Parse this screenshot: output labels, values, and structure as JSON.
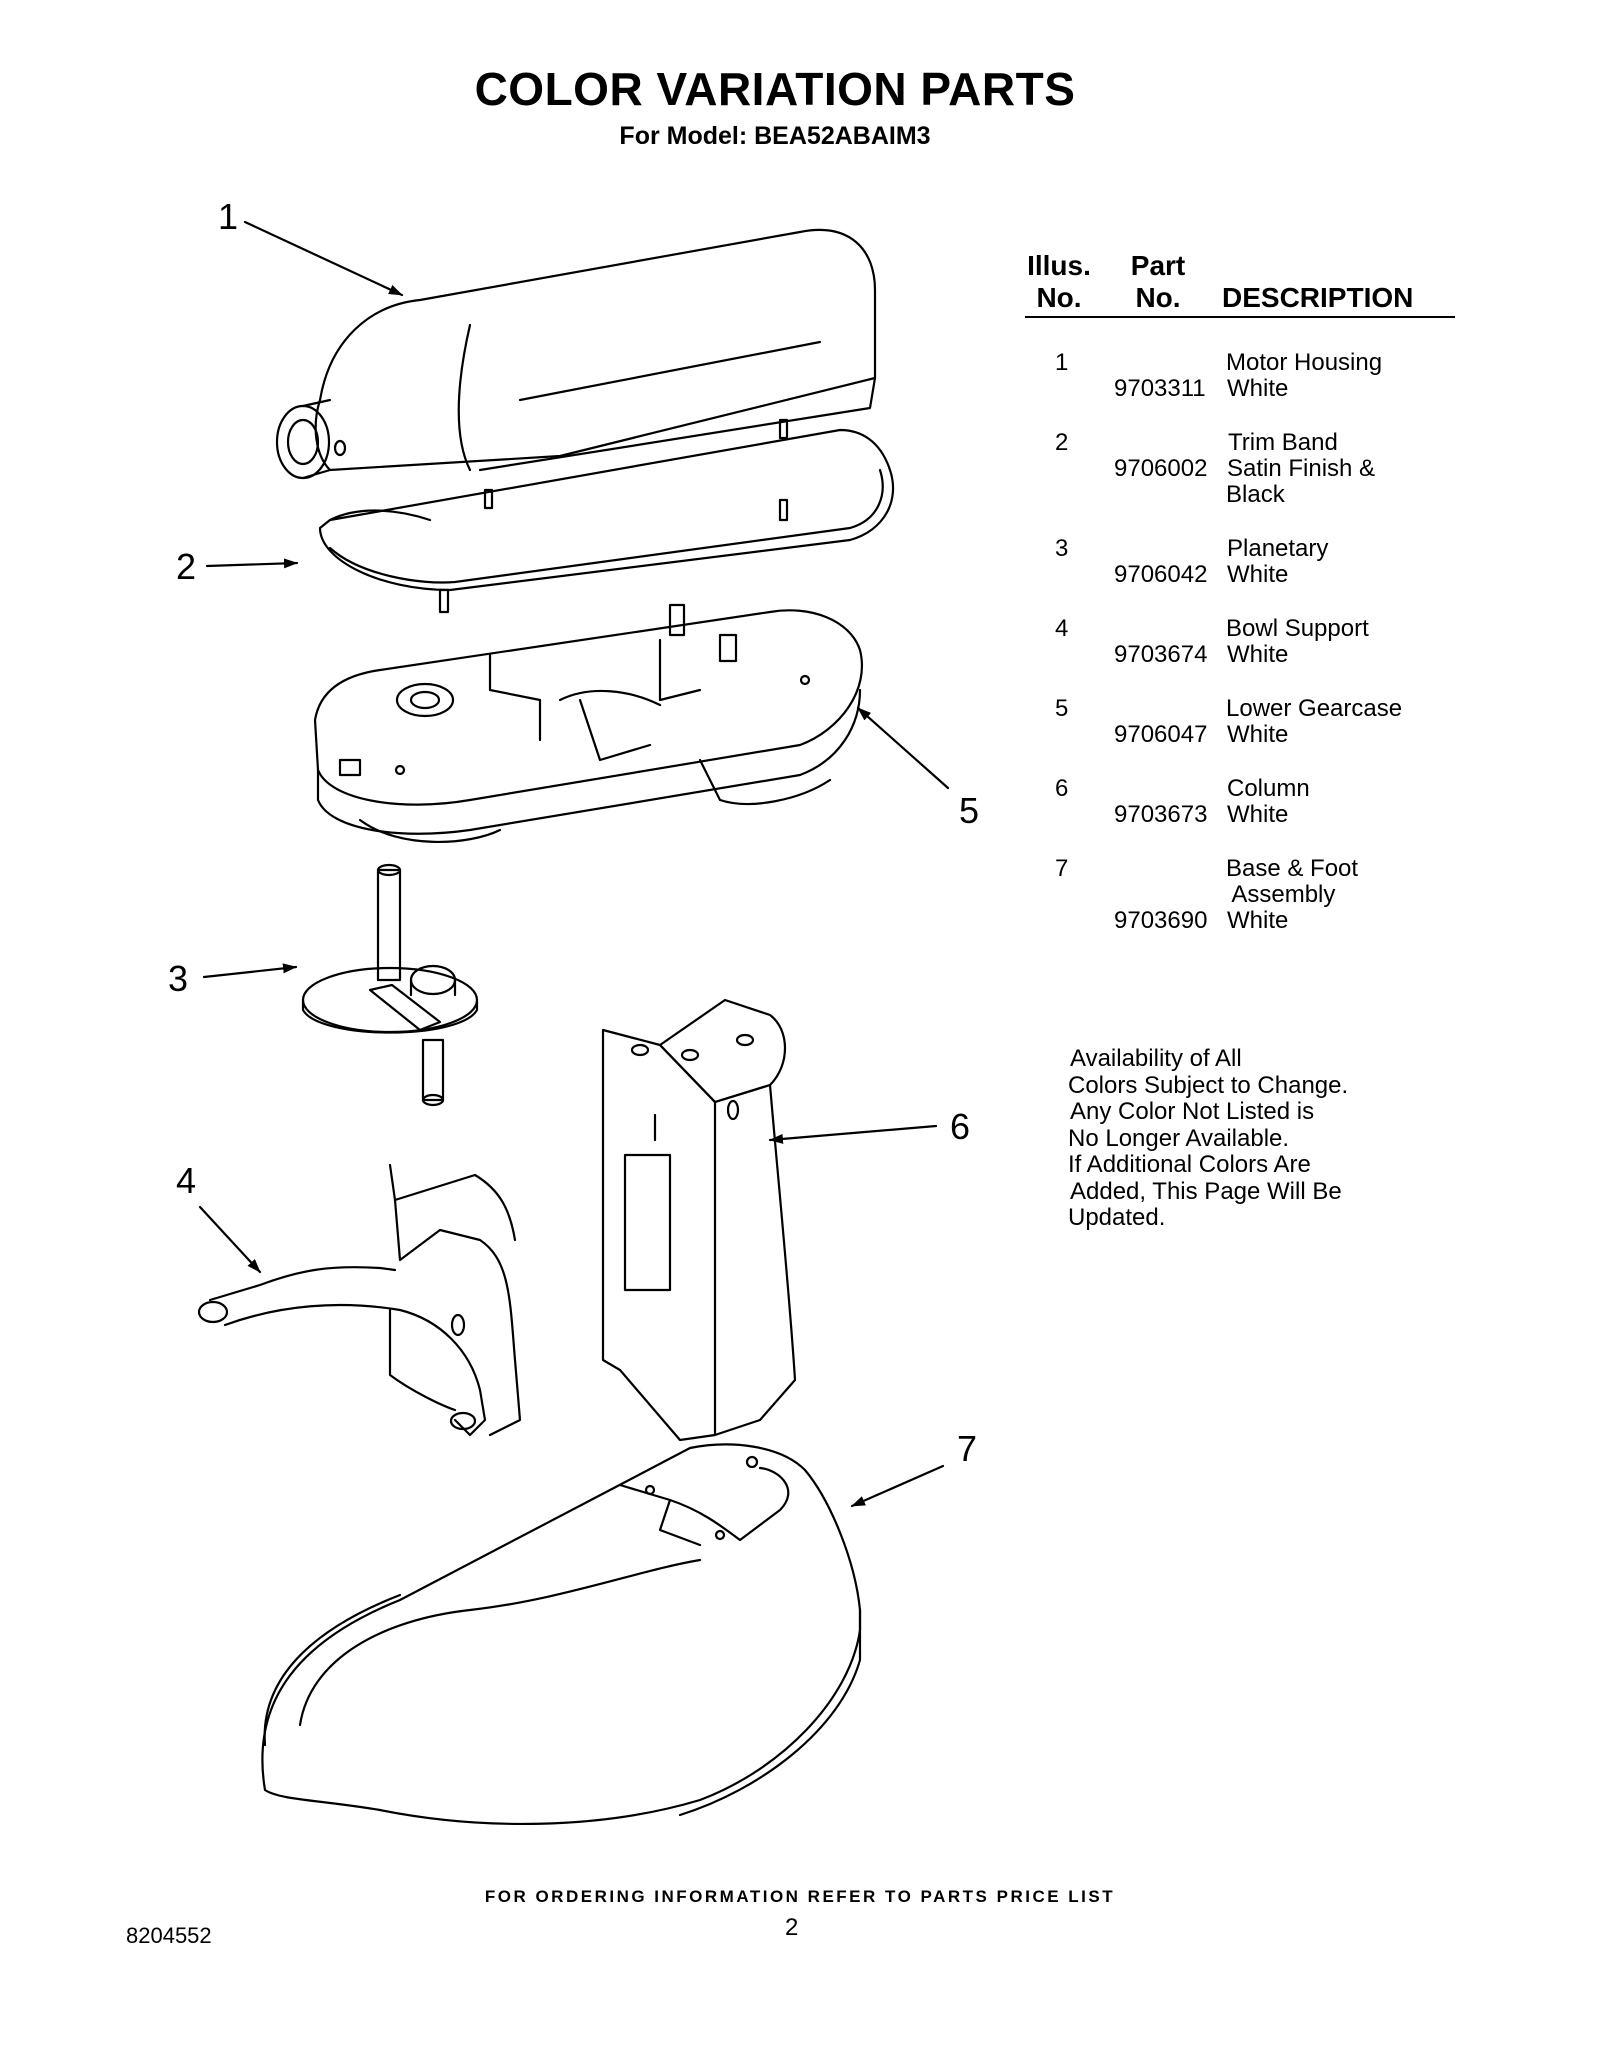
{
  "header": {
    "title": "COLOR VARIATION PARTS",
    "subtitle": "For Model: BEA52ABAIM3"
  },
  "callouts": [
    "1",
    "2",
    "3",
    "4",
    "5",
    "6",
    "7"
  ],
  "parts_table": {
    "headers": {
      "illus_line1": "Illus.",
      "illus_line2": "No.",
      "part_line1": "Part",
      "part_line2": "No.",
      "description": "DESCRIPTION"
    },
    "rows": [
      {
        "illus": "1",
        "part": "9703311",
        "desc1": "Motor Housing",
        "desc2": "White",
        "desc3": ""
      },
      {
        "illus": "2",
        "part": "9706002",
        "desc1": "Trim Band",
        "desc2": "Satin Finish &",
        "desc3": "Black"
      },
      {
        "illus": "3",
        "part": "9706042",
        "desc1": "Planetary",
        "desc2": "White",
        "desc3": ""
      },
      {
        "illus": "4",
        "part": "9703674",
        "desc1": "Bowl Support",
        "desc2": "White",
        "desc3": ""
      },
      {
        "illus": "5",
        "part": "9706047",
        "desc1": "Lower Gearcase",
        "desc2": "White",
        "desc3": ""
      },
      {
        "illus": "6",
        "part": "9703673",
        "desc1": "Column",
        "desc2": "White",
        "desc3": ""
      },
      {
        "illus": "7",
        "part": "9703690",
        "desc1": "Base & Foot",
        "desc2": " Assembly",
        "desc3": "White"
      }
    ]
  },
  "note": [
    "Availability of All",
    "Colors Subject to Change.",
    "Any Color Not Listed is",
    "No Longer Available.",
    "If Additional Colors Are",
    "Added, This Page Will Be",
    "Updated."
  ],
  "footer": {
    "ordering": "FOR ORDERING INFORMATION REFER TO PARTS PRICE LIST",
    "doc_number": "8204552",
    "page_number": "2"
  }
}
